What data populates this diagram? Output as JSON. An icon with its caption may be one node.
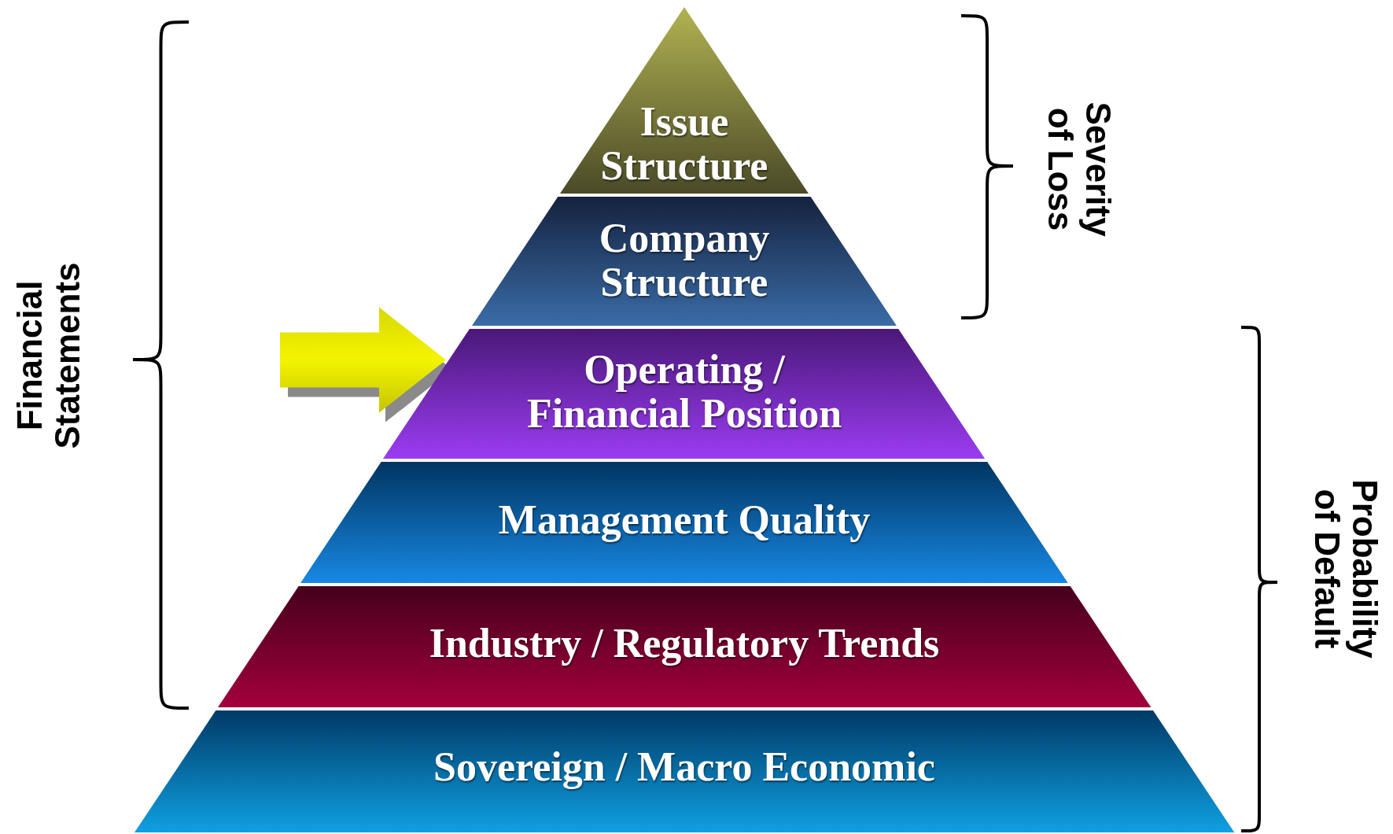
{
  "diagram": {
    "nodes": [
      {
        "text": [
          "Issue Structure"
        ]
      },
      {
        "text": [
          "Company Structure"
        ]
      },
      {
        "text": [
          "Operating / Financial Position"
        ]
      },
      {
        "text": [
          "Management Quality"
        ]
      },
      {
        "text": [
          "Industry / Regulatory Trends"
        ]
      },
      {
        "text": [
          "Sovereign / Macro Economic"
        ]
      }
    ],
    "edges": [
      {
        "from": null,
        "to": 2,
        "arrow": "to"
      }
    ],
    "labels": [
      "Financial Statements",
      "Severity of Loss",
      "Probability of Default"
    ]
  }
}
